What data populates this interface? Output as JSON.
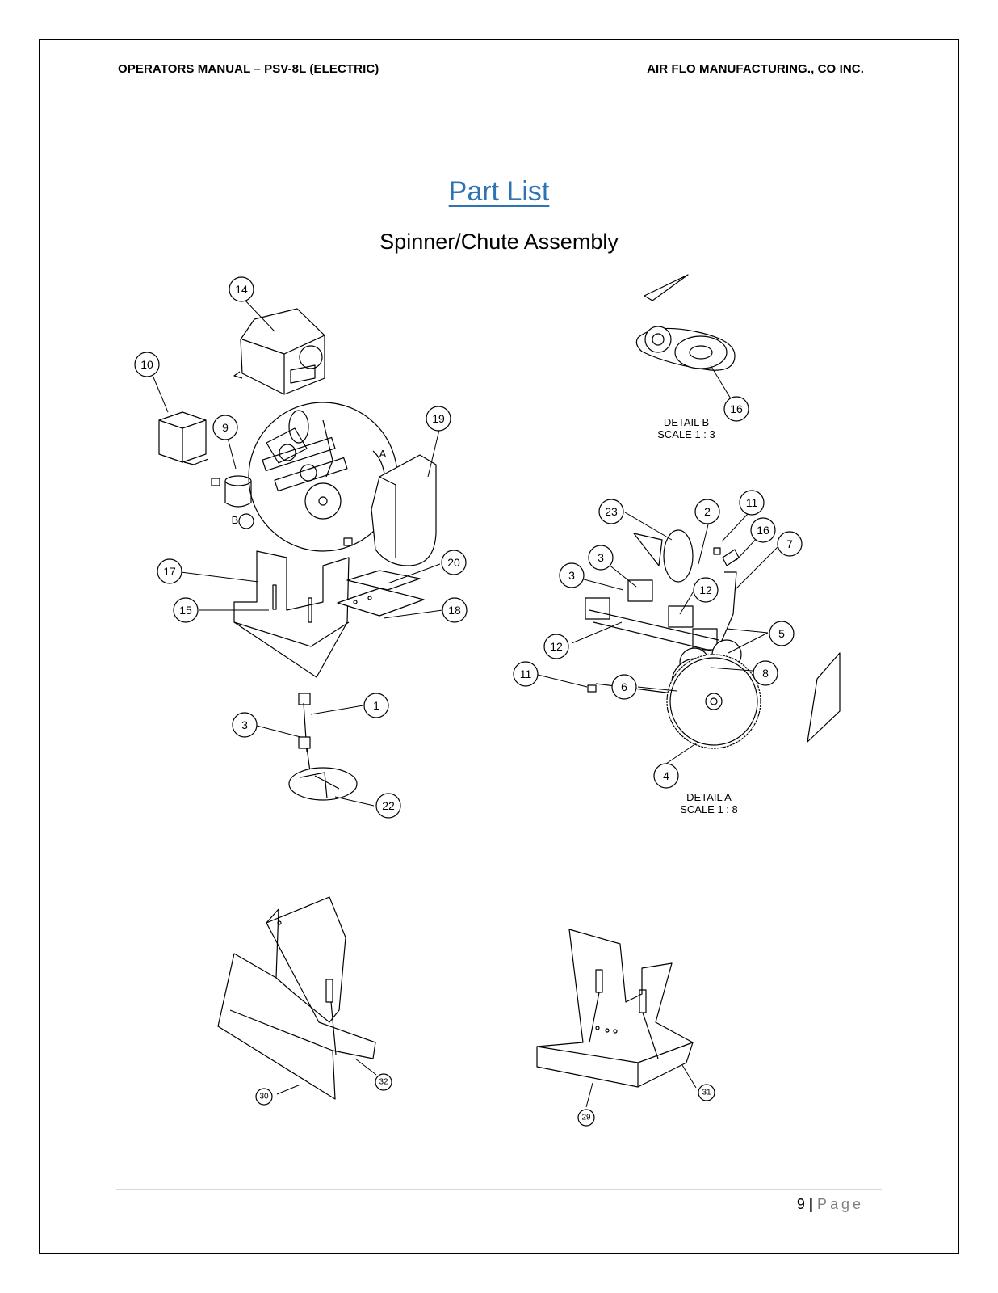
{
  "header": {
    "left": "OPERATORS MANUAL – PSV-8L (ELECTRIC)",
    "right": "AIR FLO MANUFACTURING., CO INC."
  },
  "title": "Part List",
  "subtitle": "Spinner/Chute Assembly",
  "details": {
    "b_title": "DETAIL B",
    "b_scale": "SCALE 1 : 3",
    "a_title": "DETAIL A",
    "a_scale": "SCALE 1 : 8",
    "marker_a": "A",
    "marker_b": "B"
  },
  "callouts": {
    "c14": "14",
    "c10": "10",
    "c9": "9",
    "c19": "19",
    "c17": "17",
    "c15": "15",
    "c20": "20",
    "c18": "18",
    "c1": "1",
    "c3": "3",
    "c22": "22",
    "c16": "16",
    "c23": "23",
    "c2": "2",
    "c11": "11",
    "c16b": "16",
    "c7": "7",
    "c3b": "3",
    "c3c": "3",
    "c12": "12",
    "c12b": "12",
    "c5": "5",
    "c8": "8",
    "c11b": "11",
    "c6": "6",
    "c4": "4",
    "c30": "30",
    "c32": "32",
    "c29": "29",
    "c31": "31"
  },
  "footer": {
    "page_number": "9",
    "separator": "|",
    "page_word": "Page"
  }
}
